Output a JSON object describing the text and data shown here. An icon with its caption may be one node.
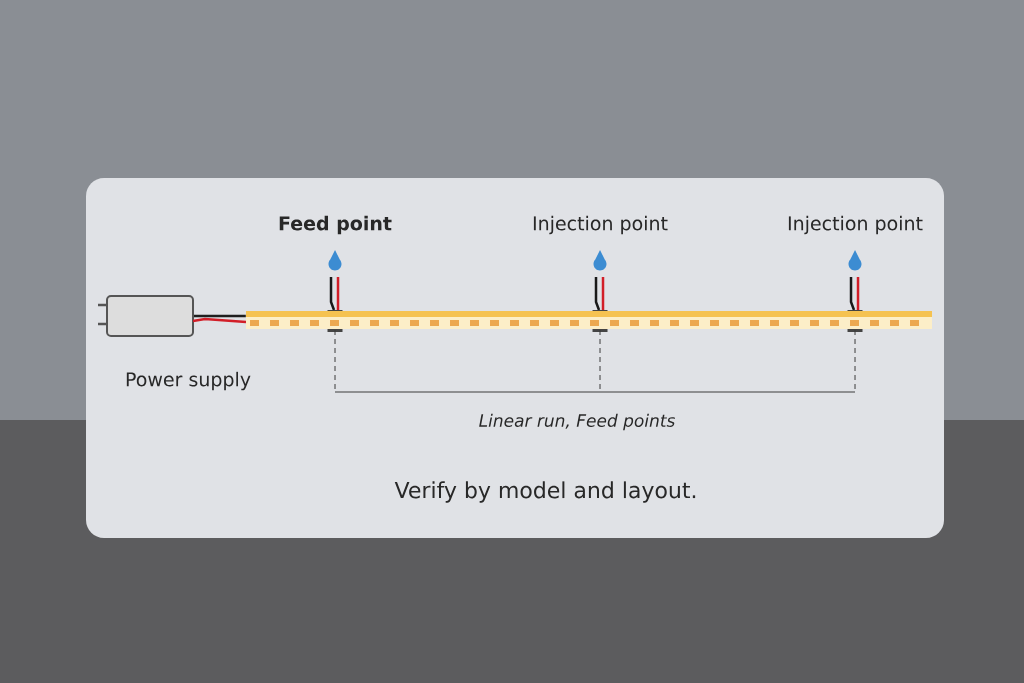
{
  "diagram": {
    "nodes": [
      {
        "text": [
          "Power supply"
        ]
      },
      {
        "text": [
          "Feed point"
        ]
      },
      {
        "text": [
          "Injection point"
        ]
      },
      {
        "text": [
          "Injection point"
        ]
      },
      {
        "text": [],
        "shape": "bar"
      }
    ],
    "edges": [
      {
        "from": 0,
        "to": 4,
        "arrow": "none",
        "color": "#1e1e1e"
      }
    ],
    "labels": [
      "Linear run, Feed points",
      "Verify by model and layout."
    ]
  }
}
